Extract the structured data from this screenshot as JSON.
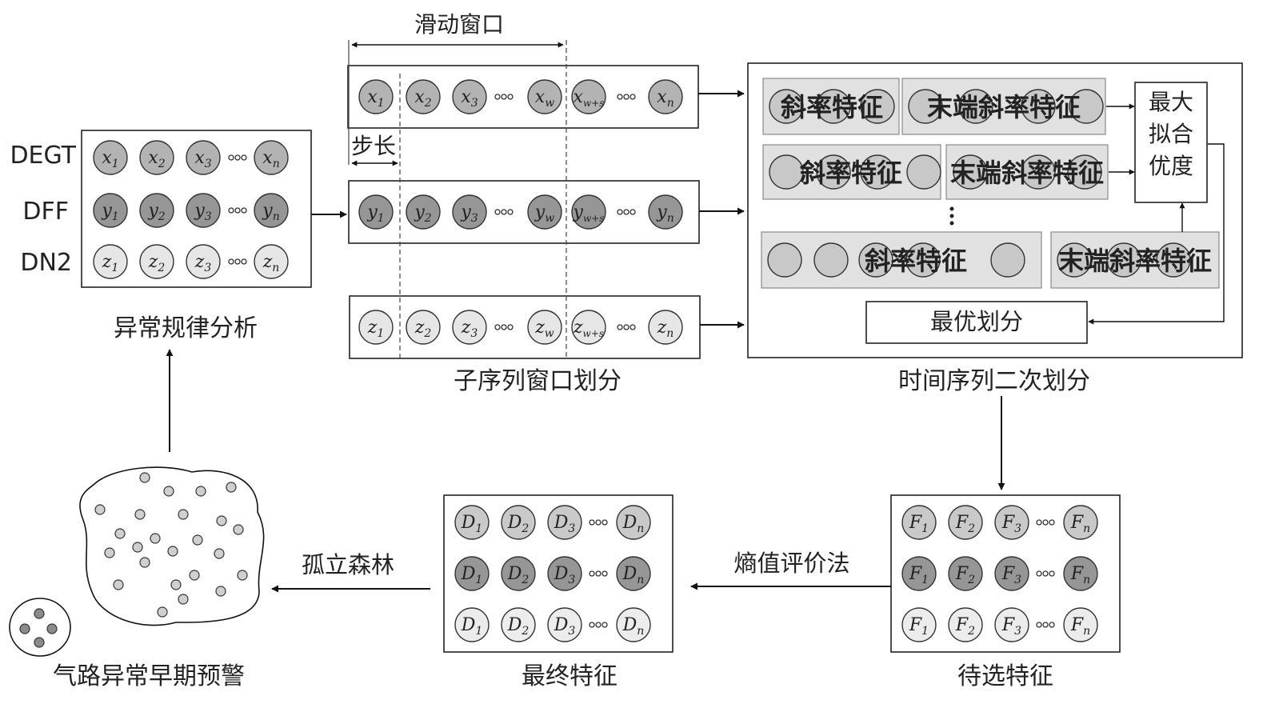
{
  "rows": [
    {
      "key": "x",
      "label": "DEGT",
      "fill": "#b3b3b3"
    },
    {
      "key": "y",
      "label": "DFF",
      "fill": "#969696"
    },
    {
      "key": "z",
      "label": "DN2",
      "fill": "#e6e6e6"
    }
  ],
  "anomaly_analysis": {
    "title": "异常规律分析",
    "seq": [
      "1",
      "2",
      "3",
      "n"
    ]
  },
  "window": {
    "sliding_window": "滑动窗口",
    "step": "步长",
    "title": "子序列窗口划分",
    "seq": [
      "1",
      "2",
      "3",
      "w",
      "w+s",
      "n"
    ]
  },
  "secondary": {
    "title": "时间序列二次划分",
    "slope": "斜率特征",
    "end_slope": "末端斜率特征",
    "max_fit": "最大拟合优度",
    "optimal": "最优划分"
  },
  "candidate": {
    "title": "待选特征",
    "var": "F",
    "seq": [
      "1",
      "2",
      "3",
      "n"
    ],
    "fills": [
      "#c9c9c9",
      "#969696",
      "#ececec"
    ]
  },
  "final": {
    "title": "最终特征",
    "var": "D",
    "seq": [
      "1",
      "2",
      "3",
      "n"
    ],
    "fills": [
      "#c9c9c9",
      "#969696",
      "#ececec"
    ]
  },
  "edges": {
    "entropy": "熵值评价法",
    "isolation_forest": "孤立森林"
  },
  "warning": {
    "title": "气路异常早期预警"
  },
  "colors": {
    "panel_fill": "#e1e1e1",
    "panel_stroke": "#8a8a8a",
    "stroke": "#222222"
  }
}
